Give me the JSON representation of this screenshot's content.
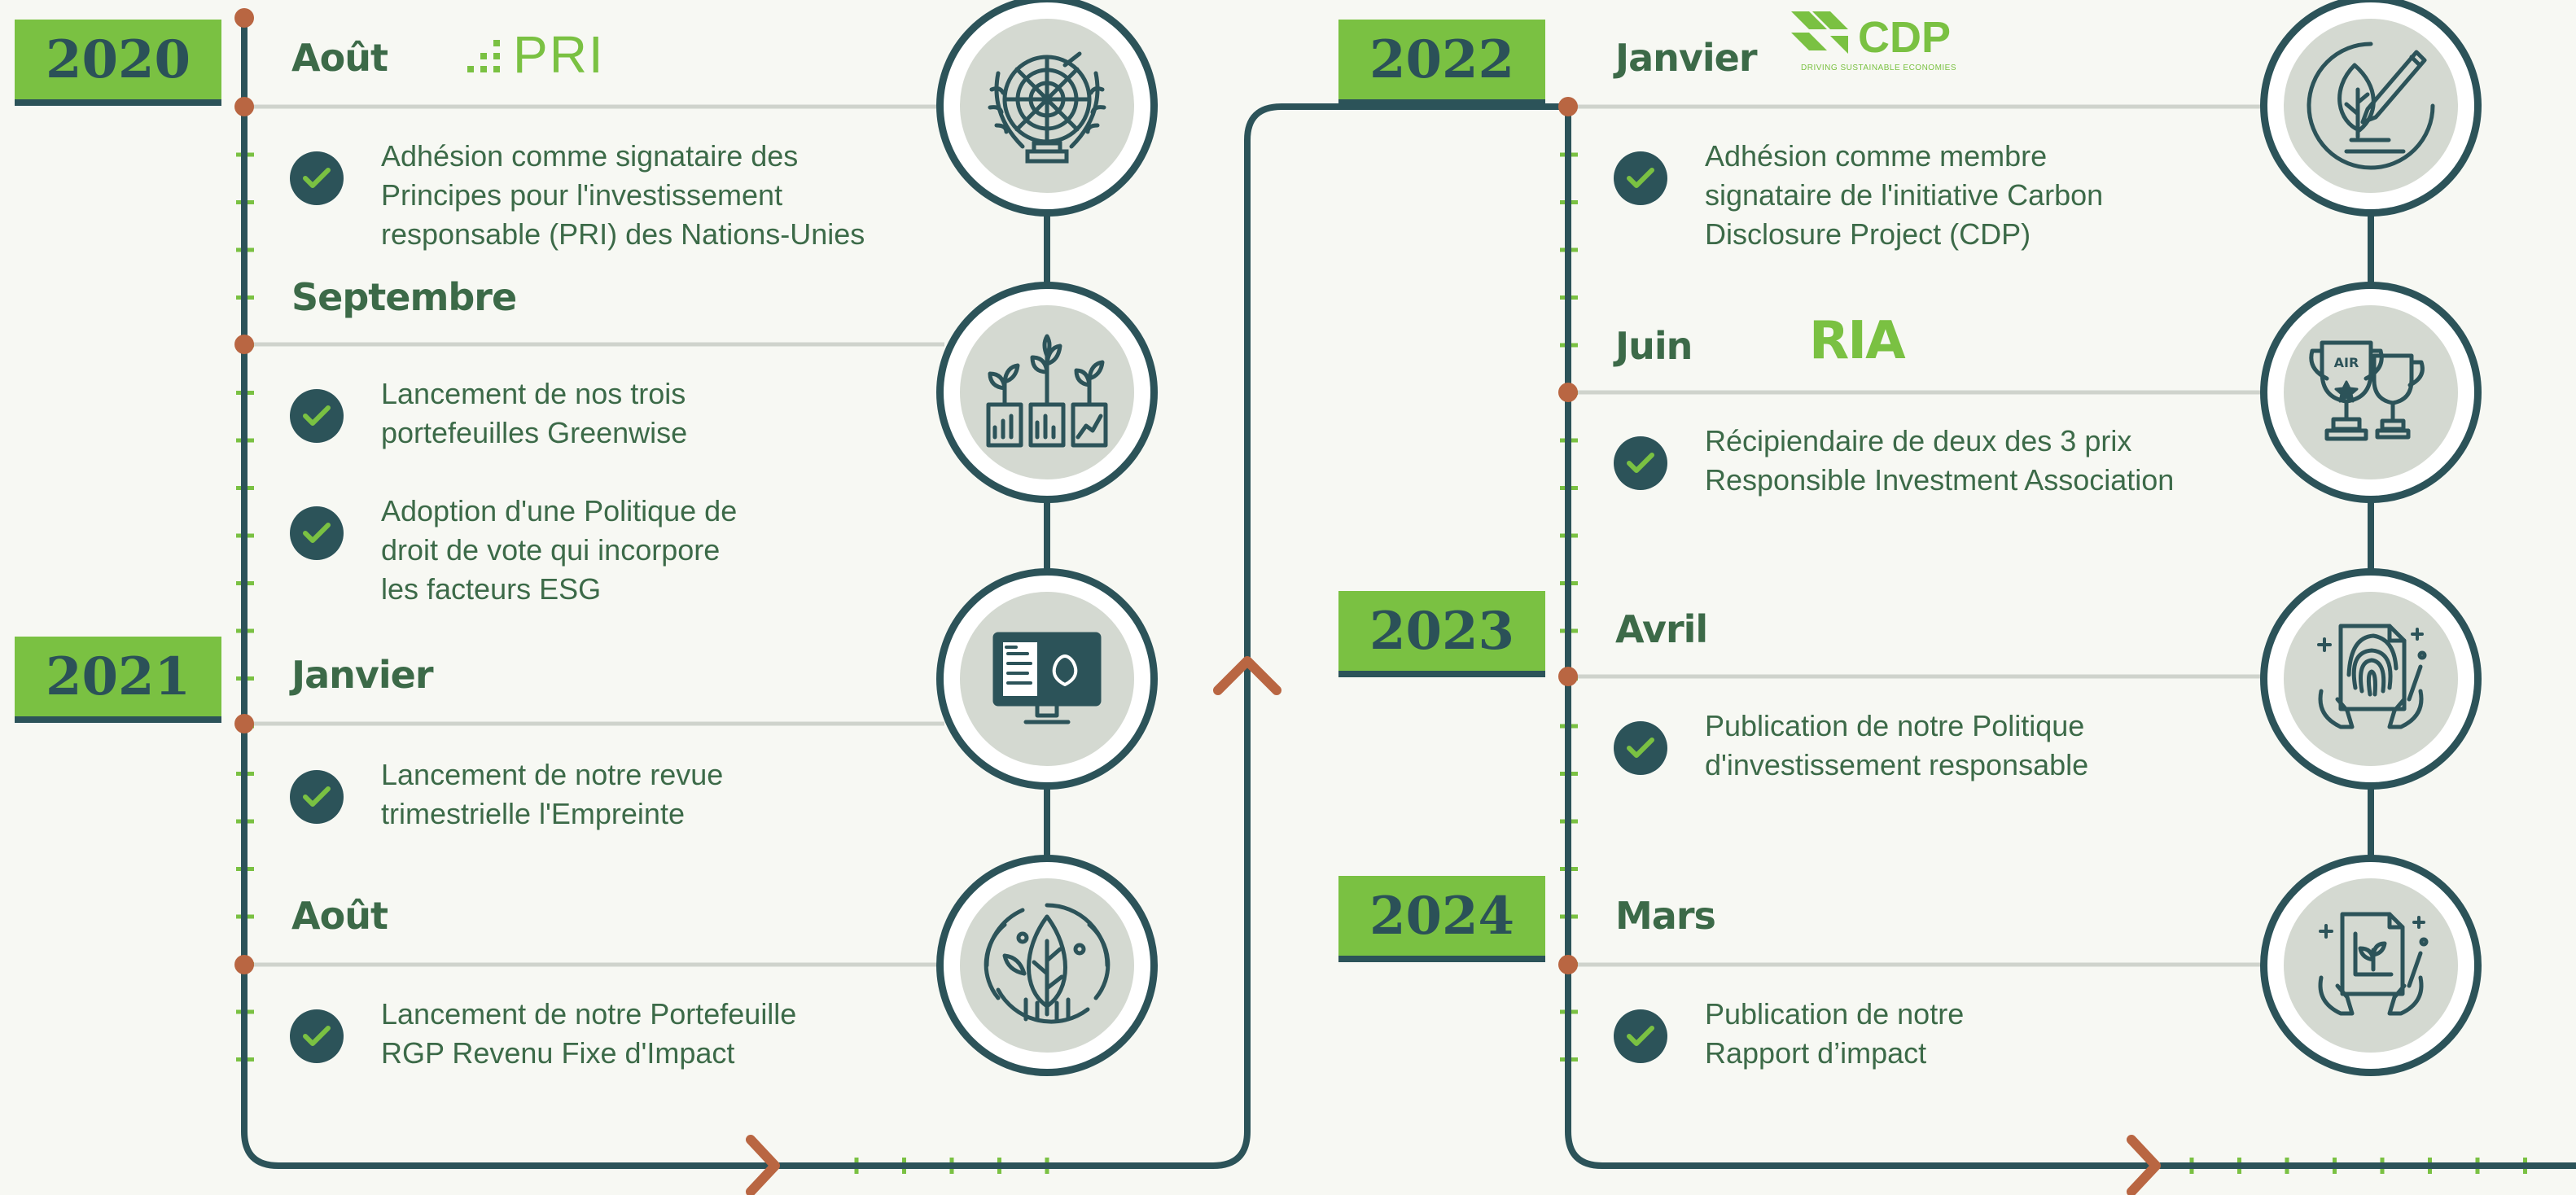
{
  "colors": {
    "primary_green": "#7ac142",
    "dark_teal": "#2c5359",
    "text_green": "#3c6a48",
    "accent_orange": "#b96642",
    "icon_bg": "#d4d9d1"
  },
  "years": [
    "2020",
    "2021",
    "2022",
    "2023",
    "2024"
  ],
  "months": [
    "Août",
    "Septembre",
    "Janvier",
    "Août",
    "Janvier",
    "Juin",
    "Avril",
    "Mars"
  ],
  "items": [
    "Adhésion comme signataire des\nPrincipes pour l'investissement\nresponsable (PRI) des Nations-Unies",
    "Lancement de nos trois\nportefeuilles Greenwise",
    "Adoption d'une Politique de\ndroit de vote qui incorpore\nles facteurs ESG",
    "Lancement de notre revue\ntrimestrielle l'Empreinte",
    "Lancement de notre Portefeuille\nRGP Revenu Fixe d'Impact",
    "Adhésion comme membre\nsignataire de l'initiative Carbon\nDisclosure Project (CDP)",
    "Récipiendaire de deux des 3 prix\nResponsible Investment Association",
    "Publication de notre Politique\nd'investissement responsable",
    "Publication de notre\nRapport d’impact"
  ],
  "logos": {
    "pri": "PRI",
    "cdp": "CDP",
    "cdp_tagline": "DRIVING SUSTAINABLE ECONOMIES",
    "ria": "RIA",
    "award": "AIR"
  },
  "icons": [
    "un-emblem-icon",
    "plants-growth-icon",
    "monitor-review-icon",
    "leaf-circle-icon",
    "leaf-pen-icon",
    "trophy-icon",
    "fingerprint-document-icon",
    "impact-report-icon"
  ]
}
